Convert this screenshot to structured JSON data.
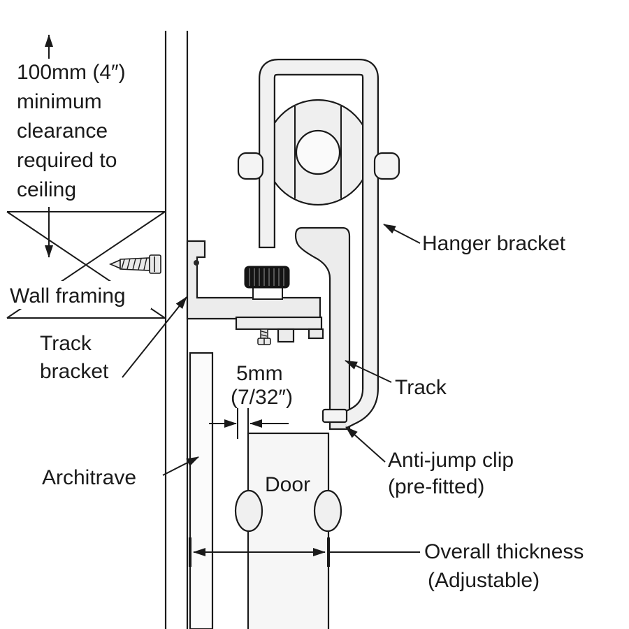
{
  "colors": {
    "ink": "#1a1a1a",
    "paper": "#ffffff",
    "knob": "#141414",
    "metal": "#ececec"
  },
  "labels": {
    "clearance": [
      "100mm (4″)",
      "minimum",
      "clearance",
      "required to",
      "ceiling"
    ],
    "wall_framing": "Wall framing",
    "track_bracket": [
      "Track",
      "bracket"
    ],
    "gap": [
      "5mm",
      "(7/32″)"
    ],
    "architrave": "Architrave",
    "door": "Door",
    "hanger_bracket": "Hanger bracket",
    "track": "Track",
    "anti_jump_clip": [
      "Anti-jump clip",
      "(pre-fitted)"
    ],
    "overall_thickness": [
      "Overall thickness",
      "(Adjustable)"
    ]
  }
}
